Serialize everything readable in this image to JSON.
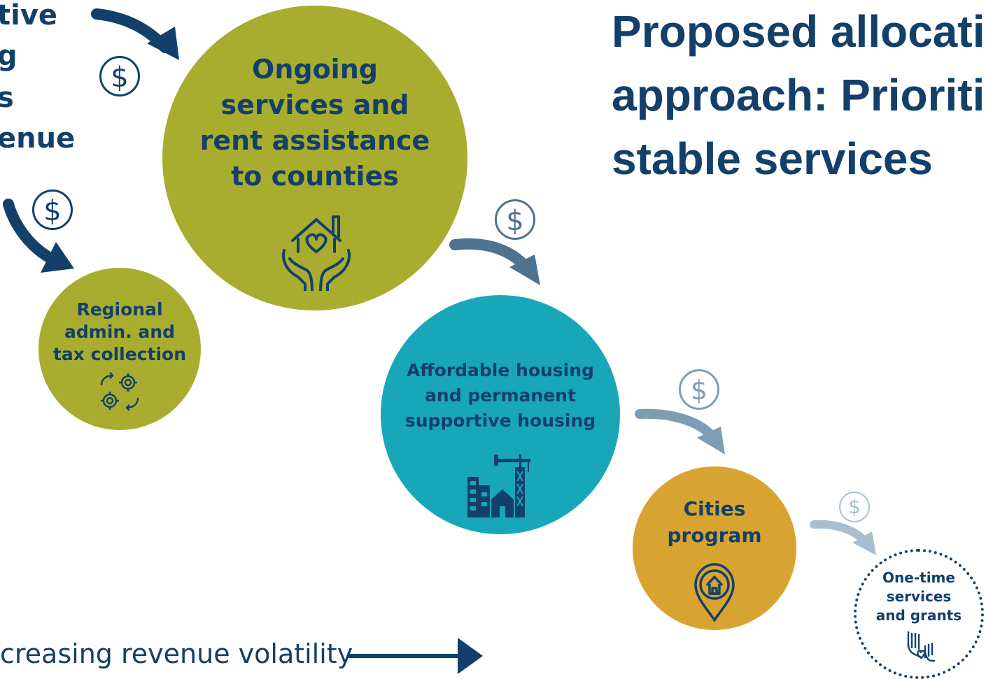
{
  "title": {
    "line1": "Proposed allocati",
    "line2": "approach: Prioriti",
    "line3": "stable services"
  },
  "left_partial": [
    "tive",
    "g",
    "s",
    "enue"
  ],
  "circles": {
    "ongoing": {
      "lines": [
        "Ongoing",
        "services and",
        "rent assistance",
        "to counties"
      ],
      "color": "#a8ad2f",
      "icon": "heart-house-hands-icon"
    },
    "regional": {
      "lines": [
        "Regional",
        "admin. and",
        "tax collection"
      ],
      "color": "#a8ad2f",
      "icon": "gears-icon"
    },
    "affordable": {
      "lines": [
        "Affordable housing",
        "and permanent",
        "supportive housing"
      ],
      "color": "#18a7b9",
      "icon": "buildings-crane-icon"
    },
    "cities": {
      "lines": [
        "Cities",
        "program"
      ],
      "color": "#d8a431",
      "icon": "map-pin-icon"
    },
    "onetime": {
      "lines": [
        "One-time",
        "services",
        "and grants"
      ],
      "icon": "hands-heart-icon"
    }
  },
  "dollar_symbol": "$",
  "footer": {
    "label": "creasing revenue volatility"
  }
}
